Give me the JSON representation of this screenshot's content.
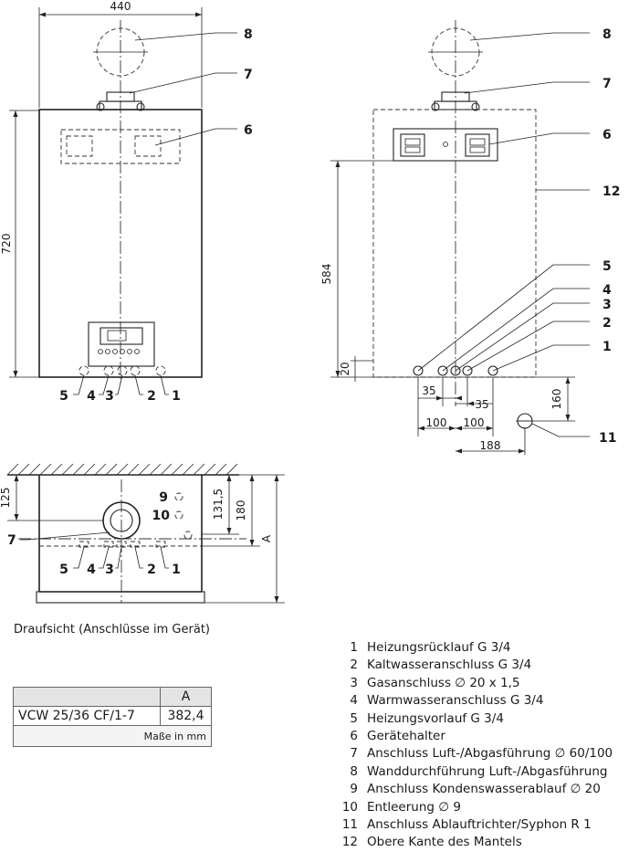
{
  "front_view": {
    "width_dim": "440",
    "height_dim": "720",
    "callouts": {
      "c8": "8",
      "c7": "7",
      "c6": "6"
    },
    "bottom_labels": {
      "l5": "5",
      "l4": "4",
      "l3": "3",
      "l2": "2",
      "l1": "1"
    }
  },
  "side_view": {
    "callouts": {
      "c8": "8",
      "c7": "7",
      "c6": "6",
      "c12": "12",
      "c5": "5",
      "c4": "4",
      "c3": "3",
      "c2": "2",
      "c1": "1",
      "c11": "11"
    },
    "dims": {
      "d584": "584",
      "d20": "20",
      "d35a": "35",
      "d35b": "35",
      "d100a": "100",
      "d100b": "100",
      "d160": "160",
      "d188": "188"
    }
  },
  "top_view": {
    "dims": {
      "d125": "125",
      "d1315": "131,5",
      "d180": "180",
      "dA": "A"
    },
    "callouts": {
      "c9": "9",
      "c10": "10",
      "c7": "7"
    },
    "bottom_labels": {
      "l5": "5",
      "l4": "4",
      "l3": "3",
      "l2": "2",
      "l1": "1"
    }
  },
  "caption": "Draufsicht (Anschlüsse im Gerät)",
  "table": {
    "header_a": "A",
    "model": "VCW 25/36 CF/1-7",
    "value_a": "382,4",
    "units": "Maße in mm"
  },
  "legend": [
    {
      "num": "1",
      "text": "Heizungsrücklauf G 3/4"
    },
    {
      "num": "2",
      "text": "Kaltwasseranschluss G 3/4"
    },
    {
      "num": "3",
      "text": "Gasanschluss ∅ 20 x 1,5"
    },
    {
      "num": "4",
      "text": "Warmwasseranschluss G 3/4"
    },
    {
      "num": "5",
      "text": "Heizungsvorlauf G 3/4"
    },
    {
      "num": "6",
      "text": "Gerätehalter"
    },
    {
      "num": "7",
      "text": "Anschluss Luft-/Abgasführung ∅ 60/100"
    },
    {
      "num": "8",
      "text": "Wanddurchführung Luft-/Abgasführung"
    },
    {
      "num": "9",
      "text": "Anschluss Kondenswasserablauf ∅ 20"
    },
    {
      "num": "10",
      "text": "Entleerung ∅ 9"
    },
    {
      "num": "11",
      "text": "Anschluss Ablauftrichter/Syphon R 1"
    },
    {
      "num": "12",
      "text": "Obere Kante des Mantels"
    }
  ]
}
